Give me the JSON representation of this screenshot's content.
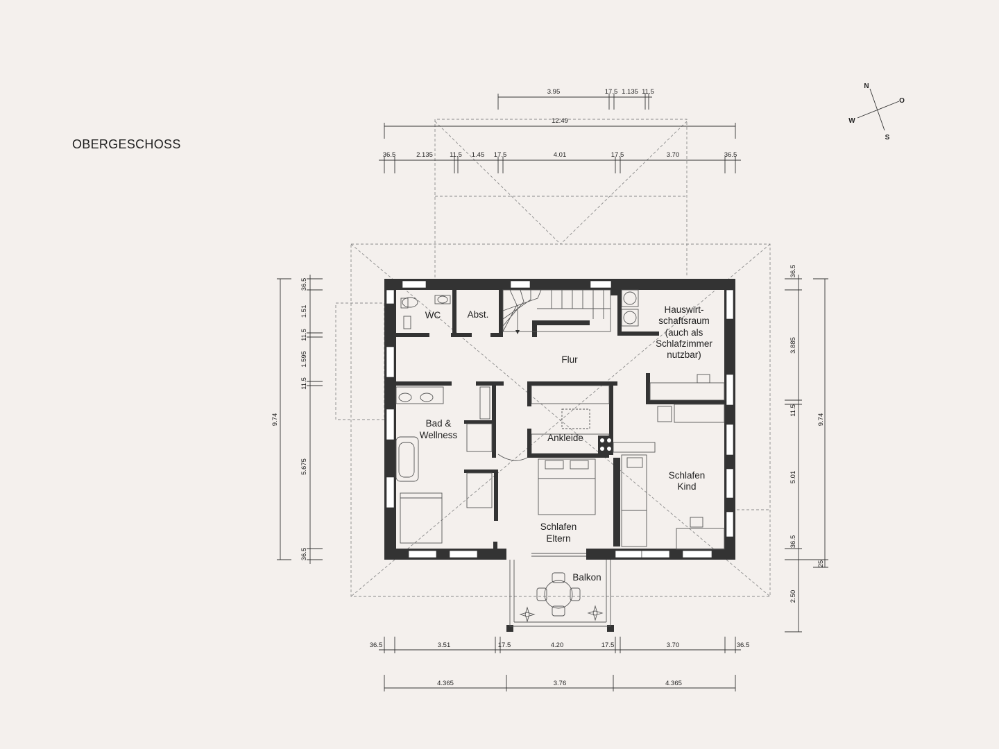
{
  "title": "OBERGESCHOSS",
  "compass": {
    "n": "N",
    "o": "O",
    "s": "S",
    "w": "W"
  },
  "rooms": {
    "wc": "WC",
    "abst": "Abst.",
    "flur": "Flur",
    "hausw": [
      "Hauswirt-",
      "schaftsraum",
      "(auch als",
      "Schlafzimmer",
      "nutzbar)"
    ],
    "bad": [
      "Bad &",
      "Wellness"
    ],
    "ankleide": "Ankleide",
    "kind": [
      "Schlafen",
      "Kind"
    ],
    "eltern": [
      "Schlafen",
      "Eltern"
    ],
    "balkon": "Balkon"
  },
  "dims": {
    "top1": [
      "3.95",
      "17.5",
      "1.135",
      "11.5"
    ],
    "top2": "12.49",
    "top3": [
      "36.5",
      "2.135",
      "11.5",
      "1.45",
      "17.5",
      "4.01",
      "17.5",
      "3.70",
      "36.5"
    ],
    "bottom1": [
      "36.5",
      "3.51",
      "17.5",
      "4.20",
      "17.5",
      "3.70",
      "36.5"
    ],
    "bottom2": [
      "4.365",
      "3.76",
      "4.365"
    ],
    "left_inner": [
      "36.5",
      "1.51",
      "11.5",
      "1.595",
      "11.5",
      "5.675",
      "36.5"
    ],
    "left_total": "9.74",
    "right_inner": [
      "36.5",
      "3.885",
      "11.5",
      "5.01",
      "36.5",
      "25",
      "2.50"
    ],
    "right_total": "9.74"
  },
  "colors": {
    "background": "#f4f0ed",
    "wall": "#333333",
    "roof_line": "#8a8a8a"
  }
}
